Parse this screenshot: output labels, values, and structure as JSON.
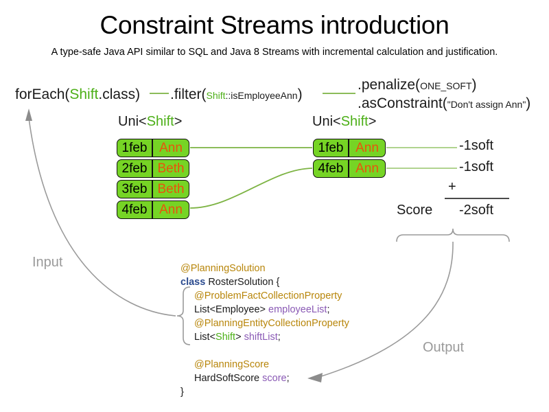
{
  "title": "Constraint Streams introduction",
  "subtitle": "A type-safe Java API similar to SQL and Java 8 Streams with incremental calculation and justification.",
  "pipeline": {
    "foreach": {
      "prefix": "forEach(",
      "type": "Shift",
      "suffix": ".class)"
    },
    "filter": {
      "prefix": ".filter(",
      "type": "Shift",
      "method": "::isEmployeeAnn",
      "suffix": ")"
    },
    "penalize": {
      "prefix": ".penalize(",
      "arg": "ONE_SOFT",
      "suffix": ")"
    },
    "asconstraint": {
      "prefix": ".asConstraint(",
      "arg": "\"Don't assign Ann\"",
      "suffix": ")"
    }
  },
  "streams": {
    "left_label": {
      "prefix": "Uni<",
      "type": "Shift",
      "suffix": ">"
    },
    "right_label": {
      "prefix": "Uni<",
      "type": "Shift",
      "suffix": ">"
    },
    "left_rows": [
      {
        "date": "1feb",
        "employee": "Ann"
      },
      {
        "date": "2feb",
        "employee": "Beth"
      },
      {
        "date": "3feb",
        "employee": "Beth"
      },
      {
        "date": "4feb",
        "employee": "Ann"
      }
    ],
    "right_rows": [
      {
        "date": "1feb",
        "employee": "Ann"
      },
      {
        "date": "4feb",
        "employee": "Ann"
      }
    ]
  },
  "score": {
    "penalty_1": "-1soft",
    "penalty_2": "-1soft",
    "plus": "+",
    "label": "Score",
    "total": "-2soft"
  },
  "code": {
    "line1_annotation": "@PlanningSolution",
    "line2_keyword": "class",
    "line2_rest": "RosterSolution {",
    "line3_annotation": "@ProblemFactCollectionProperty",
    "line4_type": "List<Employee>",
    "line4_field": "employeeList",
    "line4_semi": ";",
    "line5_annotation": "@PlanningEntityCollectionProperty",
    "line6_type_pre": "List<",
    "line6_type_generic": "Shift",
    "line6_type_post": ">",
    "line6_field": "shiftList",
    "line6_semi": ";",
    "line7_annotation": "@PlanningScore",
    "line8_type": "HardSoftScore",
    "line8_field": "score",
    "line8_semi": ";",
    "line9_close": "}"
  },
  "notes": {
    "input": "Input",
    "output": "Output"
  },
  "colors": {
    "shift_box_fill": "#76d425",
    "employee_text": "#e8540c",
    "type_green": "#4caf17",
    "connector_green": "#7cb342",
    "annotation_gold": "#b8860b",
    "keyword_blue": "#2b4b8f",
    "field_purple": "#8a5ab5",
    "note_gray": "#9a9a9a"
  }
}
